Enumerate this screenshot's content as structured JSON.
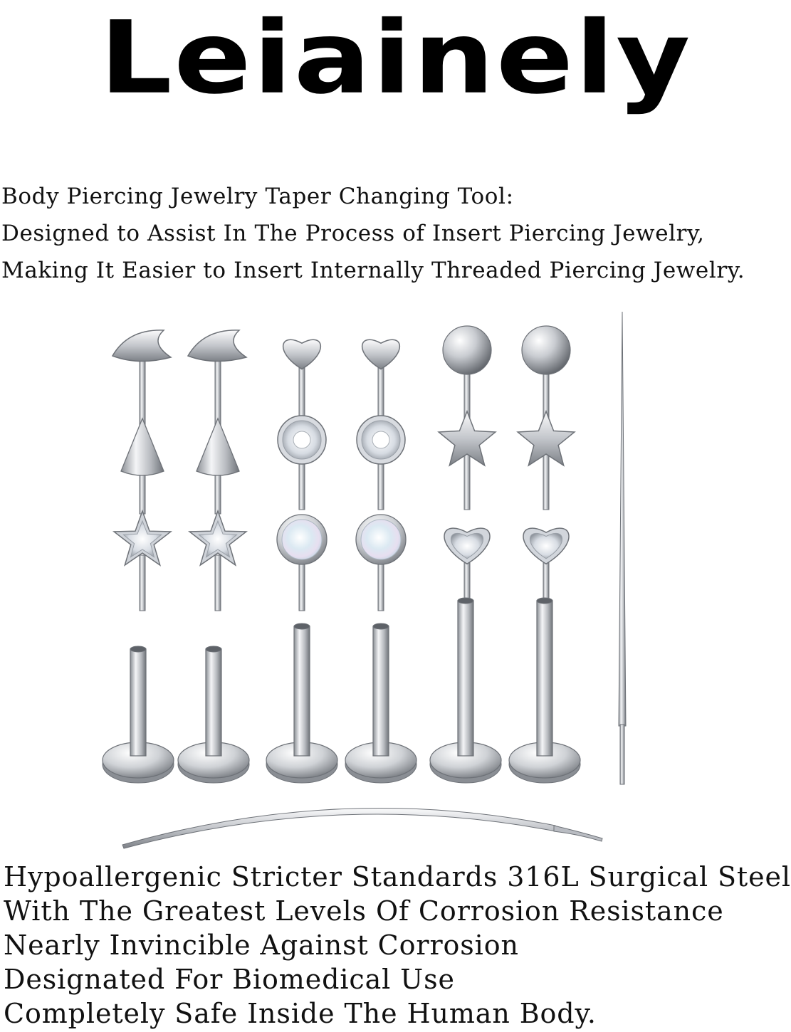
{
  "brand": {
    "name": "Leiainely"
  },
  "intro": {
    "lines": [
      "Body Piercing Jewelry Taper Changing Tool:",
      "Designed to Assist In The Process of Insert Piercing Jewelry,",
      "Making It Easier to Insert Internally Threaded Piercing Jewelry."
    ]
  },
  "features": {
    "lines": [
      "Hypoallergenic Stricter Standards 316L Surgical Steel:",
      "With The Greatest Levels Of Corrosion Resistance",
      "Nearly Invincible Against Corrosion",
      "Designated For Biomedical Use",
      "Completely Safe Inside The Human Body."
    ]
  },
  "colors": {
    "steel_light": "#f2f3f5",
    "steel_mid": "#b9bcc2",
    "steel_dark": "#6e7278",
    "opal": "#dbe9f2",
    "crystal": "#e9edf2"
  },
  "products": {
    "top_rows": [
      [
        "moon",
        "moon",
        "heart",
        "heart",
        "ball",
        "ball"
      ],
      [
        "spike",
        "spike",
        "gem-round",
        "gem-round",
        "star",
        "star"
      ],
      [
        "gem-star",
        "gem-star",
        "opal",
        "opal",
        "gem-heart",
        "gem-heart"
      ]
    ],
    "posts": [
      "short",
      "short",
      "medium",
      "medium",
      "long",
      "long"
    ],
    "tools": [
      "straight-taper",
      "curved-taper"
    ]
  }
}
